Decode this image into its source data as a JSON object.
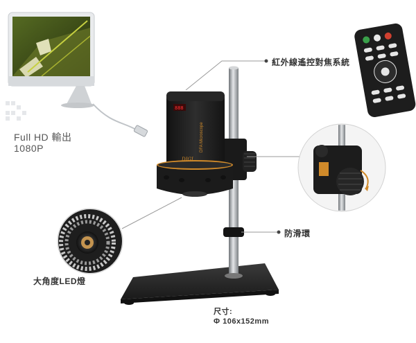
{
  "labels": {
    "hdmi_output": "Full HD 輸出",
    "resolution": "1080P",
    "remote_autofocus": "紅外線遙控對焦系統",
    "anti_slip_ring": "防滑環",
    "led": "大角度LED燈",
    "size_title": "尺寸:",
    "size_value": "Φ 106x152mm"
  },
  "device": {
    "brand_text": "DIGI",
    "model_text": "DFA Microscope"
  },
  "colors": {
    "device_body": "#1c1c1c",
    "accent_ring": "#d08a2a",
    "pole": "#9a9ea2",
    "base": "#2a2a2a",
    "screen_bg": "#3b4a1c"
  }
}
